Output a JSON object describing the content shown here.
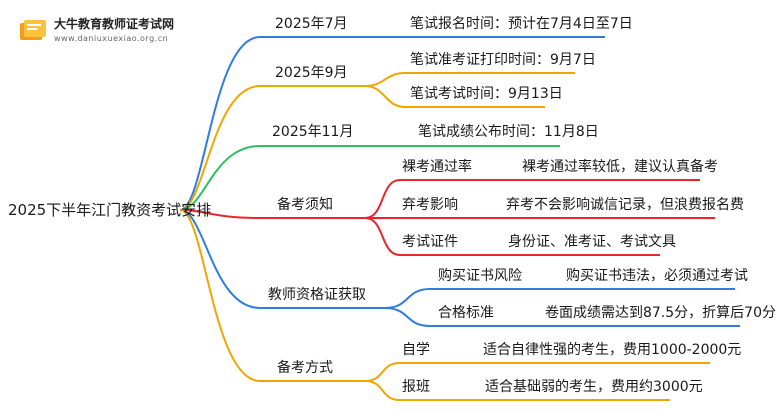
{
  "site": {
    "name": "大牛教育教师证考试网",
    "url": "www.daniuxuexiao.org.cn"
  },
  "root": "2025下半年江门教资考试安排",
  "branches": [
    {
      "label": "2025年7月",
      "color": "#2f7de1",
      "children": [
        {
          "label": "笔试报名时间：预计在7月4日至7日"
        }
      ]
    },
    {
      "label": "2025年9月",
      "color": "#f0a500",
      "children": [
        {
          "label": "笔试准考证打印时间：9月7日"
        },
        {
          "label": "笔试考试时间：9月13日"
        }
      ]
    },
    {
      "label": "2025年11月",
      "color": "#2fbf5f",
      "children": [
        {
          "label": "笔试成绩公布时间：11月8日"
        }
      ]
    },
    {
      "label": "备考须知",
      "color": "#e8262d",
      "children": [
        {
          "label": "裸考通过率",
          "detail": "裸考通过率较低，建议认真备考"
        },
        {
          "label": "弃考影响",
          "detail": "弃考不会影响诚信记录，但浪费报名费"
        },
        {
          "label": "考试证件",
          "detail": "身份证、准考证、考试文具"
        }
      ]
    },
    {
      "label": "教师资格证获取",
      "color": "#2f7de1",
      "children": [
        {
          "label": "购买证书风险",
          "detail": "购买证书违法，必须通过考试"
        },
        {
          "label": "合格标准",
          "detail": "卷面成绩需达到87.5分，折算后70分"
        }
      ]
    },
    {
      "label": "备考方式",
      "color": "#f0a500",
      "children": [
        {
          "label": "自学",
          "detail": "适合自律性强的考生，费用1000-2000元"
        },
        {
          "label": "报班",
          "detail": "适合基础弱的考生，费用约3000元"
        }
      ]
    }
  ]
}
